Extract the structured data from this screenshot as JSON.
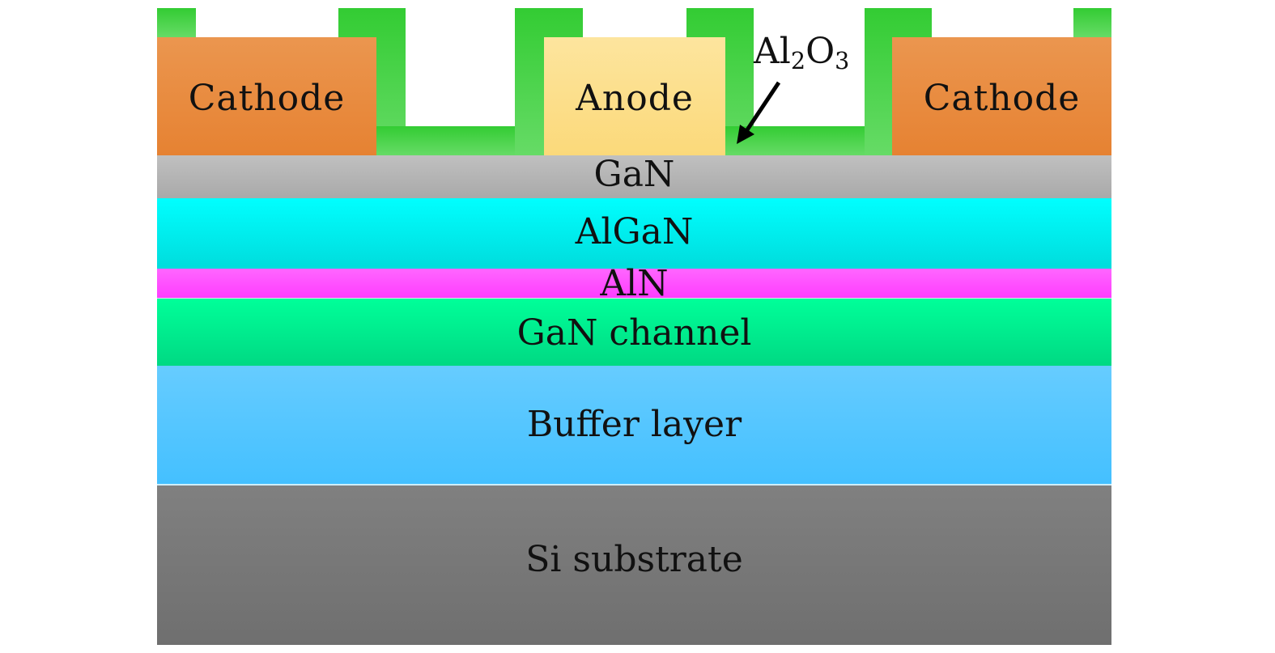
{
  "figure": {
    "title": "GaN-on-Si MIS diode cross-section",
    "layers": [
      {
        "id": "gan-cap",
        "label": "GaN",
        "color": "#b4b4b4"
      },
      {
        "id": "algan",
        "label": "AlGaN",
        "color": "#00f0f0"
      },
      {
        "id": "aln",
        "label": "AlN",
        "color": "#ff55ff"
      },
      {
        "id": "channel",
        "label": "GaN channel",
        "color": "#00ee90"
      },
      {
        "id": "buffer",
        "label": "Buffer layer",
        "color": "#55c6ff"
      },
      {
        "id": "substrate",
        "label": "Si substrate",
        "color": "#787878"
      }
    ],
    "electrodes": {
      "cathode_left": {
        "label": "Cathode",
        "color": "#e88a40"
      },
      "anode": {
        "label": "Anode",
        "color": "#fcdf8c"
      },
      "cathode_right": {
        "label": "Cathode",
        "color": "#e88a40"
      }
    },
    "passivation": {
      "label_main": "Al",
      "label_sub1": "2",
      "label_mid": "O",
      "label_sub2": "3",
      "color": "#4cd44c"
    }
  }
}
